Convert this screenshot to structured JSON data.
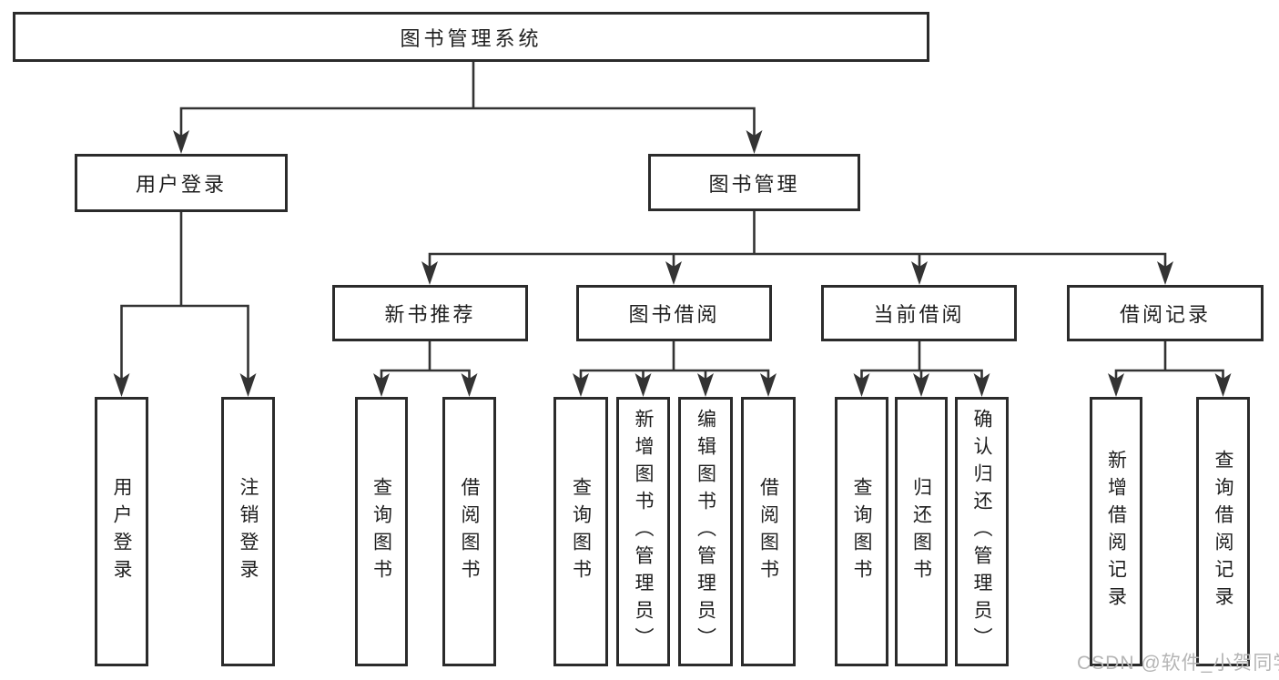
{
  "tree": {
    "label": "图书管理系统",
    "children": [
      {
        "label": "用户登录",
        "children": [
          {
            "label": "用户登录"
          },
          {
            "label": "注销登录"
          }
        ]
      },
      {
        "label": "图书管理",
        "children": [
          {
            "label": "新书推荐",
            "children": [
              {
                "label": "查询图书"
              },
              {
                "label": "借阅图书"
              }
            ]
          },
          {
            "label": "图书借阅",
            "children": [
              {
                "label": "查询图书"
              },
              {
                "label": "新增图书（管理员）"
              },
              {
                "label": "编辑图书（管理员）"
              },
              {
                "label": "借阅图书"
              }
            ]
          },
          {
            "label": "当前借阅",
            "children": [
              {
                "label": "查询图书"
              },
              {
                "label": "归还图书"
              },
              {
                "label": "确认归还（管理员）"
              }
            ]
          },
          {
            "label": "借阅记录",
            "children": [
              {
                "label": "新增借阅记录"
              },
              {
                "label": "查询借阅记录"
              }
            ]
          }
        ]
      }
    ]
  },
  "watermark": {
    "text": "CSDN @软件_小贺同学"
  },
  "colors": {
    "line": "#333333",
    "border": "#2b2b2b",
    "text": "#1f1f1f",
    "watermark": "#b5b5b5",
    "background": "#ffffff"
  }
}
